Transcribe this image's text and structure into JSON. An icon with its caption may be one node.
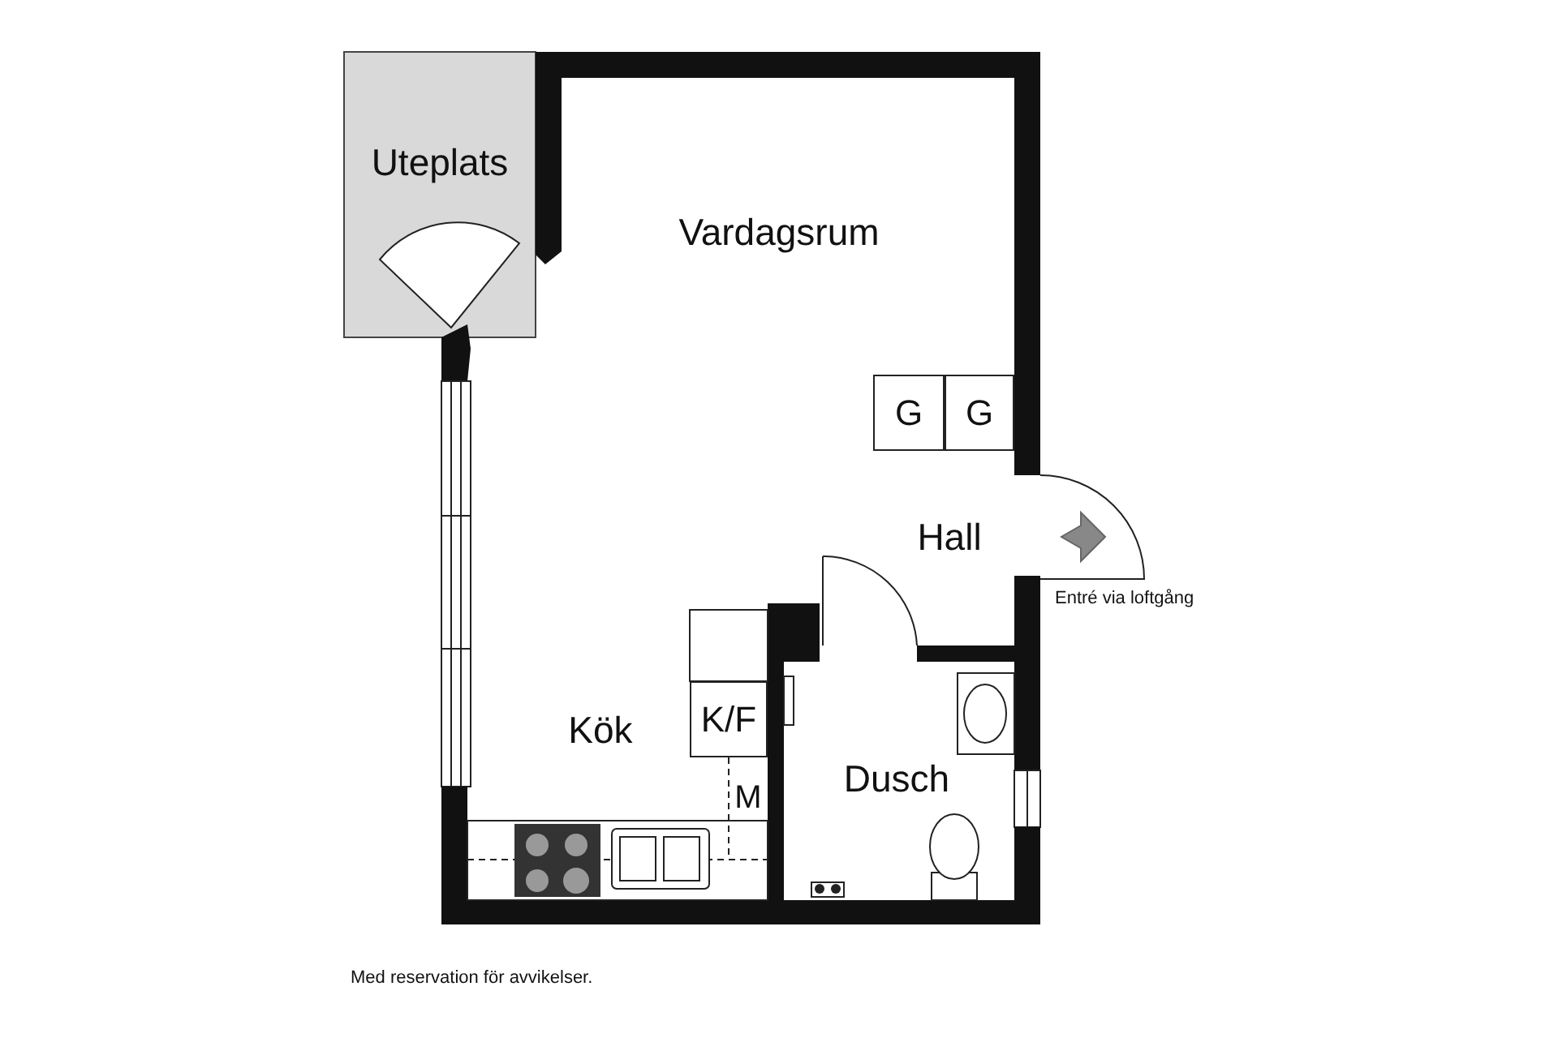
{
  "diagram": {
    "caption": "Med reservation för avvikelser.",
    "nodes": [
      {
        "text": [
          "Uteplats"
        ]
      },
      {
        "text": [
          "Vardagsrum"
        ]
      },
      {
        "text": [
          "Hall"
        ]
      },
      {
        "text": [
          "Kök"
        ]
      },
      {
        "text": [
          "Dusch"
        ]
      },
      {
        "text": [
          "G"
        ]
      },
      {
        "text": [
          "G"
        ]
      },
      {
        "text": [
          "K/F"
        ]
      },
      {
        "text": [
          "M"
        ]
      }
    ],
    "labels": [
      "Entré via loftgång"
    ]
  }
}
